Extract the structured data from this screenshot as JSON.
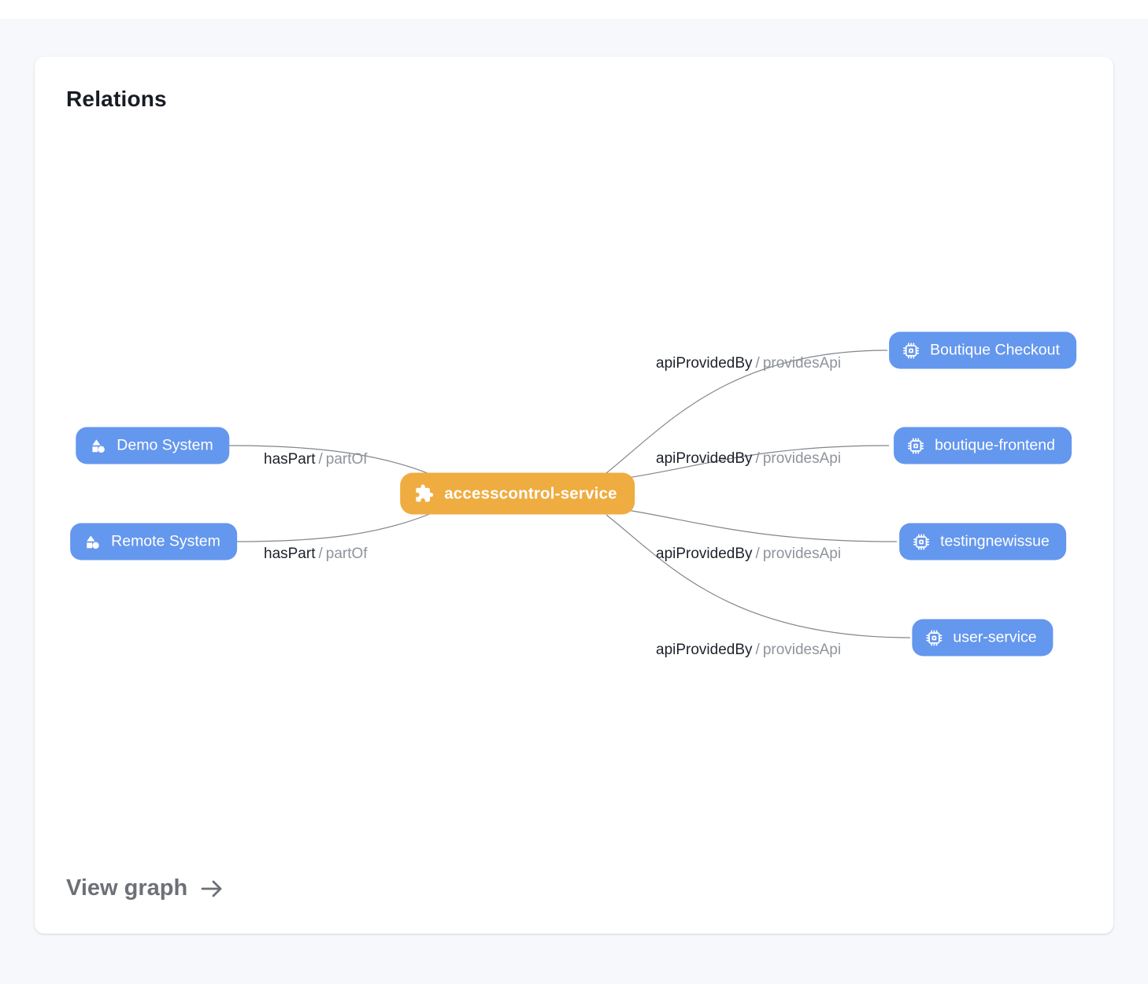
{
  "card": {
    "title": "Relations",
    "view_graph_label": "View graph"
  },
  "colors": {
    "page_background": "#f7f8fb",
    "card_background": "#ffffff",
    "node_blue": "#6497ee",
    "node_orange": "#efac40",
    "node_text": "#ffffff",
    "edge_line": "#83858c",
    "edge_label_primary": "#1d212a",
    "edge_label_secondary": "#8f939c",
    "view_graph_text": "#6d7076"
  },
  "icons": {
    "center_node": "puzzle-icon",
    "system_nodes": "shapes-icon",
    "api_nodes": "chip-icon",
    "view_graph": "arrow-right-icon"
  },
  "graph": {
    "separator": "/",
    "center_node": {
      "label": "accesscontrol-service"
    },
    "left_nodes": [
      {
        "label": "Demo System",
        "edge": {
          "relation": "hasPart",
          "inverse": "partOf"
        }
      },
      {
        "label": "Remote System",
        "edge": {
          "relation": "hasPart",
          "inverse": "partOf"
        }
      }
    ],
    "right_nodes": [
      {
        "label": "Boutique Checkout",
        "edge": {
          "relation": "apiProvidedBy",
          "inverse": "providesApi"
        }
      },
      {
        "label": "boutique-frontend",
        "edge": {
          "relation": "apiProvidedBy",
          "inverse": "providesApi"
        }
      },
      {
        "label": "testingnewissue",
        "edge": {
          "relation": "apiProvidedBy",
          "inverse": "providesApi"
        }
      },
      {
        "label": "user-service",
        "edge": {
          "relation": "apiProvidedBy",
          "inverse": "providesApi"
        }
      }
    ]
  }
}
